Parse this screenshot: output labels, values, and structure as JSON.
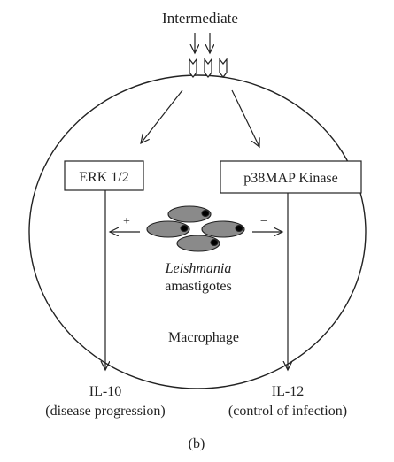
{
  "top_label": "Intermediate",
  "erk_label": "ERK 1/2",
  "p38_label": "p38MAP Kinase",
  "plus_sign": "+",
  "minus_sign": "−",
  "parasite_label_italic": "Leishmania",
  "parasite_label_line2": "amastigotes",
  "cell_label": "Macrophage",
  "il10": {
    "name": "IL-10",
    "desc": "(disease progression)"
  },
  "il12": {
    "name": "IL-12",
    "desc": "(control of infection)"
  },
  "panel_label": "(b)",
  "colors": {
    "line": "#222222",
    "parasite_fill": "#8a8a8a",
    "kinetoplast": "#000000"
  }
}
